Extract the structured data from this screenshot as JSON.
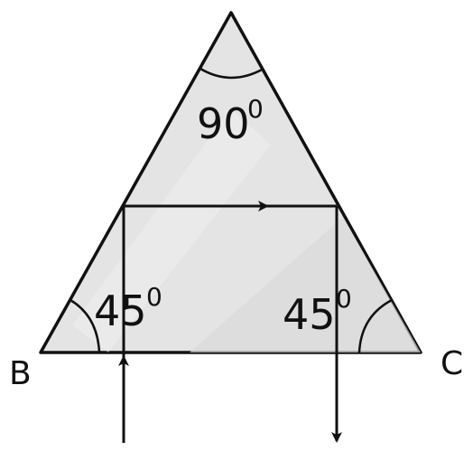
{
  "angles": {
    "top": {
      "value": "90",
      "degree_mark": "0"
    },
    "bottom_left": {
      "value": "45",
      "degree_mark": "0"
    },
    "bottom_right": {
      "value": "45",
      "degree_mark": "0"
    }
  },
  "vertices": {
    "left": "B",
    "right": "C"
  },
  "colors": {
    "prism_fill": "#e6e6e6",
    "prism_shade": "#dcdcdc",
    "prism_highlight": "#efefef",
    "line": "#111111"
  }
}
